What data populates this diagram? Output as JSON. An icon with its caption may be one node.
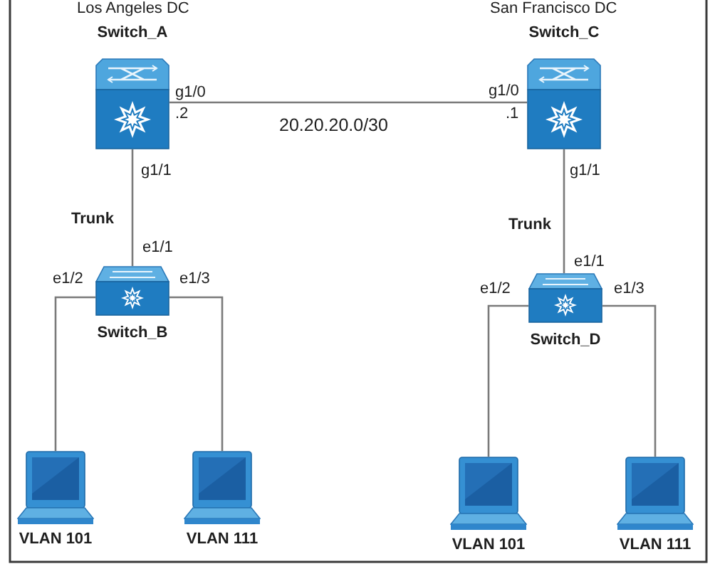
{
  "diagram": {
    "nodes": [
      {
        "text": [
          "Switch_A"
        ]
      },
      {
        "text": [
          "Switch_C"
        ]
      },
      {
        "text": [
          "Switch_B"
        ]
      },
      {
        "text": [
          "Switch_D"
        ]
      },
      {
        "text": [
          "VLAN 101"
        ]
      },
      {
        "text": [
          "VLAN 111"
        ]
      },
      {
        "text": [
          "VLAN 101"
        ]
      },
      {
        "text": [
          "VLAN 111"
        ]
      }
    ],
    "edges": [
      {
        "from": 0,
        "to": 1,
        "arrow": "none",
        "label": "20.20.20.0/30"
      },
      {
        "from": 0,
        "to": 2,
        "arrow": "none",
        "label": "Trunk"
      },
      {
        "from": 1,
        "to": 3,
        "arrow": "none",
        "label": "Trunk"
      },
      {
        "from": 2,
        "to": 4,
        "arrow": "none"
      },
      {
        "from": 2,
        "to": 5,
        "arrow": "none"
      },
      {
        "from": 3,
        "to": 6,
        "arrow": "none"
      },
      {
        "from": 3,
        "to": 7,
        "arrow": "none"
      }
    ],
    "labels": [
      "Los Angeles DC",
      "San Francisco DC",
      "g1/0",
      ".2",
      "g1/0",
      ".1",
      "g1/1",
      "g1/1",
      "e1/1",
      "e1/1",
      "e1/2",
      "e1/3",
      "e1/2",
      "e1/3"
    ]
  }
}
